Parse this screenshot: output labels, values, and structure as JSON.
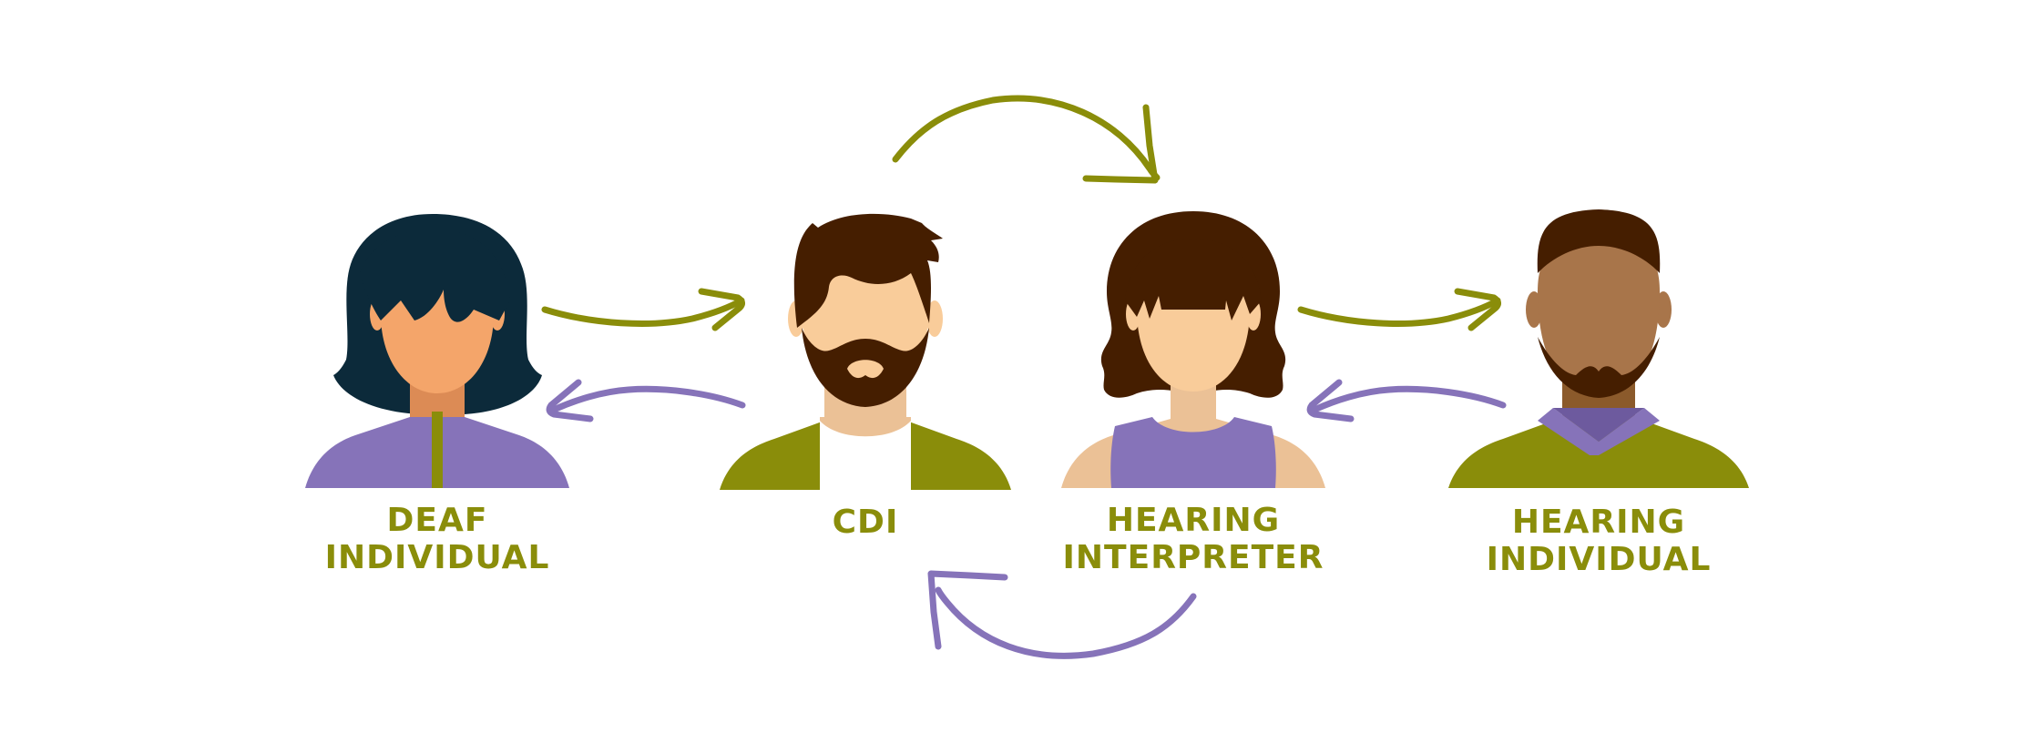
{
  "colors": {
    "olive": "#8a8d0a",
    "purple": "#8673b9",
    "dark_navy": "#0c2a3a",
    "dark_brown": "#451e00",
    "skin_orange": "#f4a56a",
    "skin_light": "#f9cc9a",
    "skin_neck": "#ebc196",
    "skin_dark": "#a8754a"
  },
  "people": [
    {
      "id": "deaf",
      "line1": "DEAF",
      "line2": "INDIVIDUAL"
    },
    {
      "id": "cdi",
      "line1": "CDI",
      "line2": ""
    },
    {
      "id": "hearing_interpreter",
      "line1": "HEARING",
      "line2": "INTERPRETER"
    },
    {
      "id": "hearing_individual",
      "line1": "HEARING",
      "line2": "INDIVIDUAL"
    }
  ],
  "arrows": [
    {
      "from": "deaf",
      "to": "cdi",
      "color": "olive",
      "icon": "right-arrow-icon"
    },
    {
      "from": "cdi",
      "to": "deaf",
      "color": "purple",
      "icon": "left-arrow-icon"
    },
    {
      "from": "cdi",
      "to": "hearing_interpreter",
      "color": "olive",
      "icon": "curved-arrow-icon"
    },
    {
      "from": "hearing_interpreter",
      "to": "cdi",
      "color": "purple",
      "icon": "curved-arrow-icon"
    },
    {
      "from": "hearing_interpreter",
      "to": "hearing_individual",
      "color": "olive",
      "icon": "right-arrow-icon"
    },
    {
      "from": "hearing_individual",
      "to": "hearing_interpreter",
      "color": "purple",
      "icon": "left-arrow-icon"
    }
  ]
}
